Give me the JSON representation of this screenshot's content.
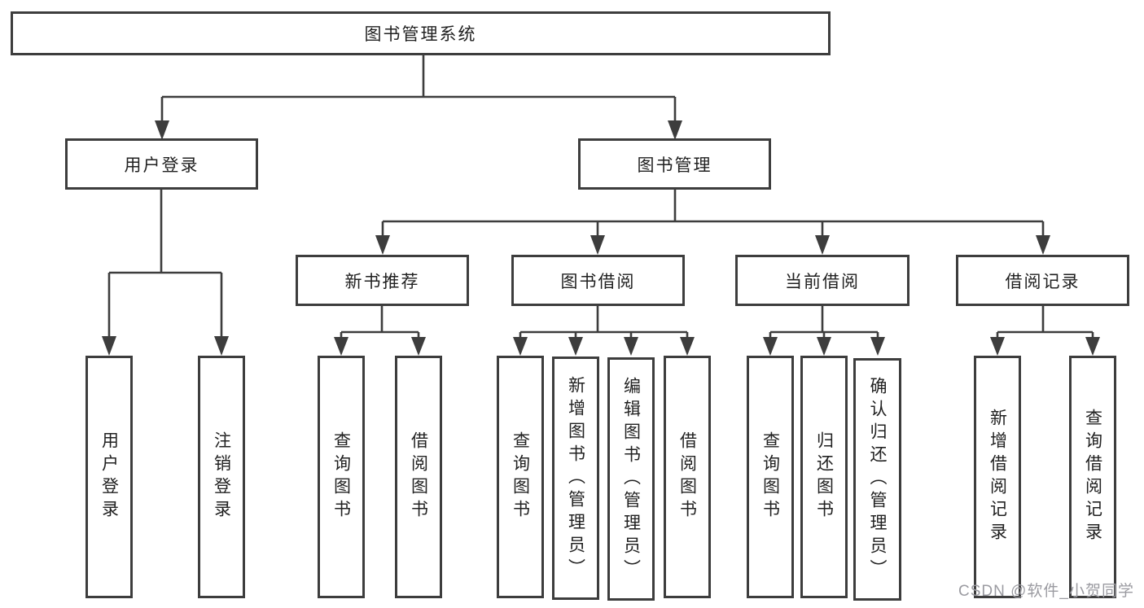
{
  "diagram_title": "图书管理系统",
  "watermark": "CSDN @软件_小贺同学",
  "colors": {
    "line": "#3d3d3d",
    "border": "#3d3d3d",
    "text": "#212121",
    "watermark": "#9b9ba1",
    "bg": "#ffffff"
  },
  "nodes": {
    "root": {
      "label": "图书管理系统"
    },
    "user_login": {
      "label": "用户登录"
    },
    "book_management": {
      "label": "图书管理"
    },
    "new_book_recommend": {
      "label": "新书推荐"
    },
    "book_borrow": {
      "label": "图书借阅"
    },
    "current_borrow": {
      "label": "当前借阅"
    },
    "borrow_records": {
      "label": "借阅记录"
    },
    "ul_user_login": {
      "label": "用户登录"
    },
    "ul_logout": {
      "label": "注销登录"
    },
    "nbr_query_books": {
      "label": "查询图书"
    },
    "nbr_borrow_books": {
      "label": "借阅图书"
    },
    "bb_query_books": {
      "label": "查询图书"
    },
    "bb_add_books": {
      "label": "新增图书（管理员）"
    },
    "bb_edit_books": {
      "label": "编辑图书（管理员）"
    },
    "bb_borrow_books": {
      "label": "借阅图书"
    },
    "cb_query_books": {
      "label": "查询图书"
    },
    "cb_return_books": {
      "label": "归还图书"
    },
    "cb_confirm_return": {
      "label": "确认归还（管理员）"
    },
    "br_add_record": {
      "label": "新增借阅记录"
    },
    "br_query_record": {
      "label": "查询借阅记录"
    }
  }
}
